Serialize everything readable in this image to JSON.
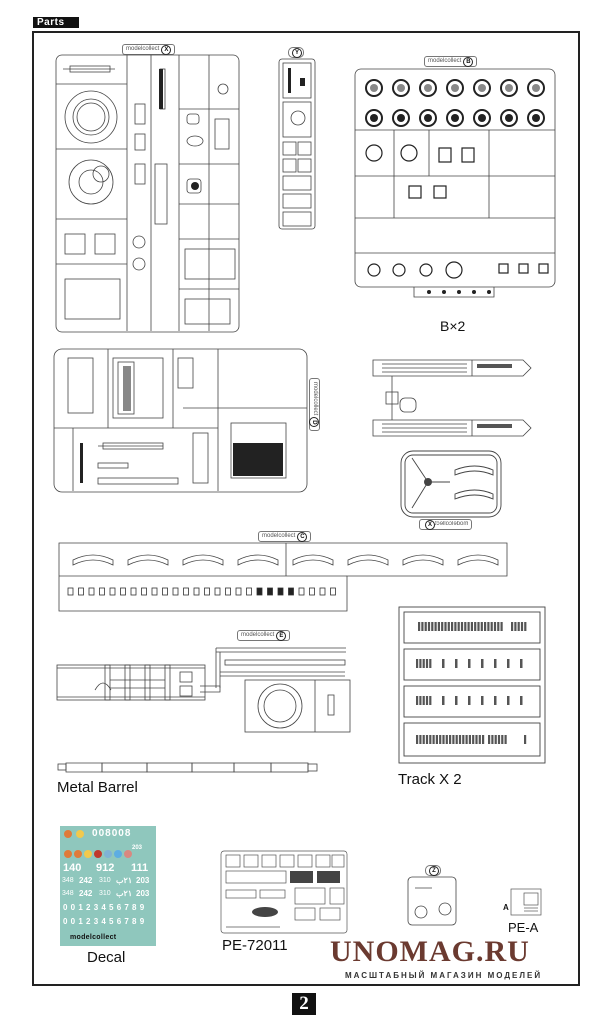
{
  "header": {
    "title": "Parts"
  },
  "sprues": [
    {
      "id": "X",
      "brand": "modelcollect",
      "letter": "X"
    },
    {
      "id": "Y",
      "letter": "Y"
    },
    {
      "id": "B",
      "brand": "modelcollect",
      "letter": "B",
      "quantity_label": "B×2"
    },
    {
      "id": "D",
      "brand": "modelcollect",
      "letter": "D"
    },
    {
      "id": "C",
      "brand": "modelcollect",
      "letter": "C"
    },
    {
      "id": "X2",
      "brand": "modelcollect",
      "letter": "X"
    },
    {
      "id": "E",
      "brand": "modelcollect",
      "letter": "E"
    },
    {
      "id": "Z",
      "letter": "Z"
    }
  ],
  "labels": {
    "metal_barrel": "Metal Barrel",
    "track": "Track X 2",
    "decal": "Decal",
    "pe_main": "PE-72011",
    "pe_a": "PE-A",
    "pe_a_letter": "A"
  },
  "decal": {
    "row1": [
      "0",
      "0",
      "8",
      "0",
      "0",
      "8"
    ],
    "row_big_1": [
      "140",
      "912",
      "111"
    ],
    "row_mid_1": [
      "348",
      "242",
      "310",
      "٢١ب",
      "203"
    ],
    "row_mid_2": [
      "348",
      "242",
      "310",
      "٢١ب",
      "203"
    ],
    "digits_1": [
      "0",
      "0",
      "1",
      "2",
      "3",
      "4",
      "5",
      "6",
      "7",
      "8",
      "9"
    ],
    "digits_2": [
      "0",
      "0",
      "1",
      "2",
      "3",
      "4",
      "5",
      "6",
      "7",
      "8",
      "9"
    ],
    "small_code": "203",
    "brand": "modelcollect"
  },
  "watermark": {
    "title": "UNOMAG.RU",
    "subtitle": "МАСШТАБНЫЙ МАГАЗИН МОДЕЛЕЙ"
  },
  "page_number": "2",
  "colors": {
    "decal_bg": "#8fc7bd",
    "watermark": "#6b3a30",
    "ink": "#111111"
  }
}
